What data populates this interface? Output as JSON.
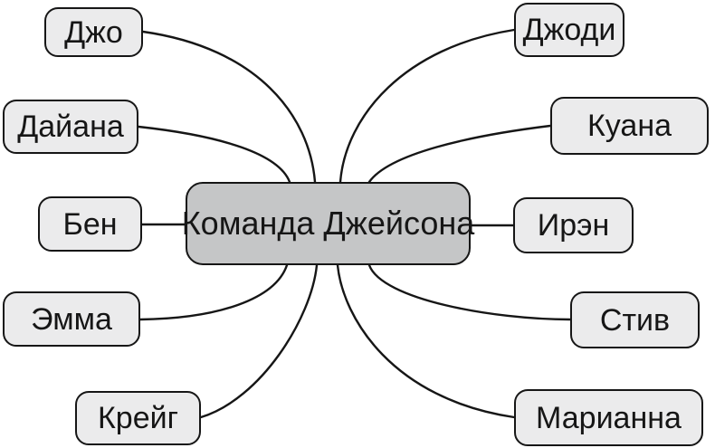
{
  "center_node": {
    "label": "Команда Джейсона"
  },
  "nodes": [
    {
      "id": "joe",
      "label": "Джо",
      "side": "left"
    },
    {
      "id": "diana",
      "label": "Дайана",
      "side": "left"
    },
    {
      "id": "ben",
      "label": "Бен",
      "side": "left"
    },
    {
      "id": "emma",
      "label": "Эмма",
      "side": "left"
    },
    {
      "id": "craig",
      "label": "Крейг",
      "side": "left"
    },
    {
      "id": "jodie",
      "label": "Джоди",
      "side": "right"
    },
    {
      "id": "kuana",
      "label": "Куана",
      "side": "right"
    },
    {
      "id": "irene",
      "label": "Ирэн",
      "side": "right"
    },
    {
      "id": "steve",
      "label": "Стив",
      "side": "right"
    },
    {
      "id": "marianna",
      "label": "Марианна",
      "side": "right"
    }
  ],
  "colors": {
    "background": "#ffffff",
    "leaf_fill": "#ebebec",
    "center_fill": "#c5c6c7",
    "border": "#161616",
    "connector": "#161616",
    "text": "#161616"
  }
}
